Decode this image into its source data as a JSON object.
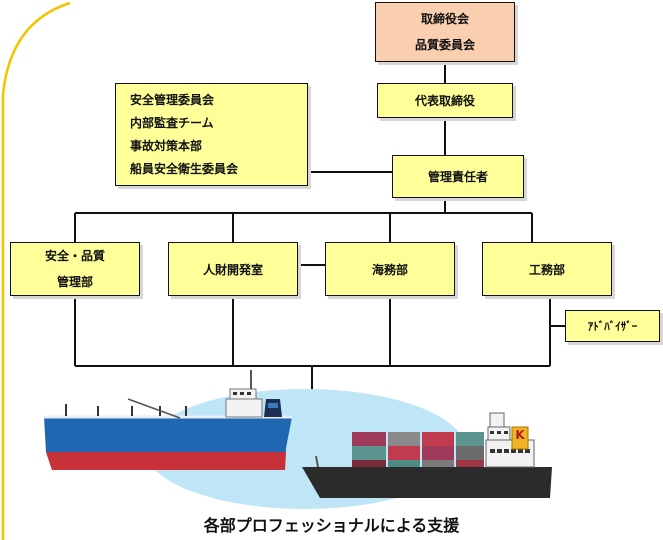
{
  "nodes": {
    "board": [
      "取締役会",
      "品質委員会"
    ],
    "representative": "代表取締役",
    "committees": [
      "安全管理委員会",
      "内部監査チーム",
      "事故対策本部",
      "船員安全衛生委員会"
    ],
    "manager": "管理責任者",
    "safety_quality": [
      "安全・品質",
      "管理部"
    ],
    "hr": "人財開発室",
    "marine": "海務部",
    "engineering": "工務部",
    "advisor": "ｱﾄﾞﾊﾞｲｻﾞｰ"
  },
  "ship_funnel_letter": "K",
  "caption": "各部プロフェッショナルによる支援",
  "colors": {
    "box_fill": "#ffff99",
    "board_fill": "#f9cfb0",
    "frame": "#f5c400",
    "water": "#bfe6f7",
    "tanker_hull": "#1f67b1",
    "tanker_bottom": "#c8313a",
    "container_hull": "#2b2b2b"
  }
}
